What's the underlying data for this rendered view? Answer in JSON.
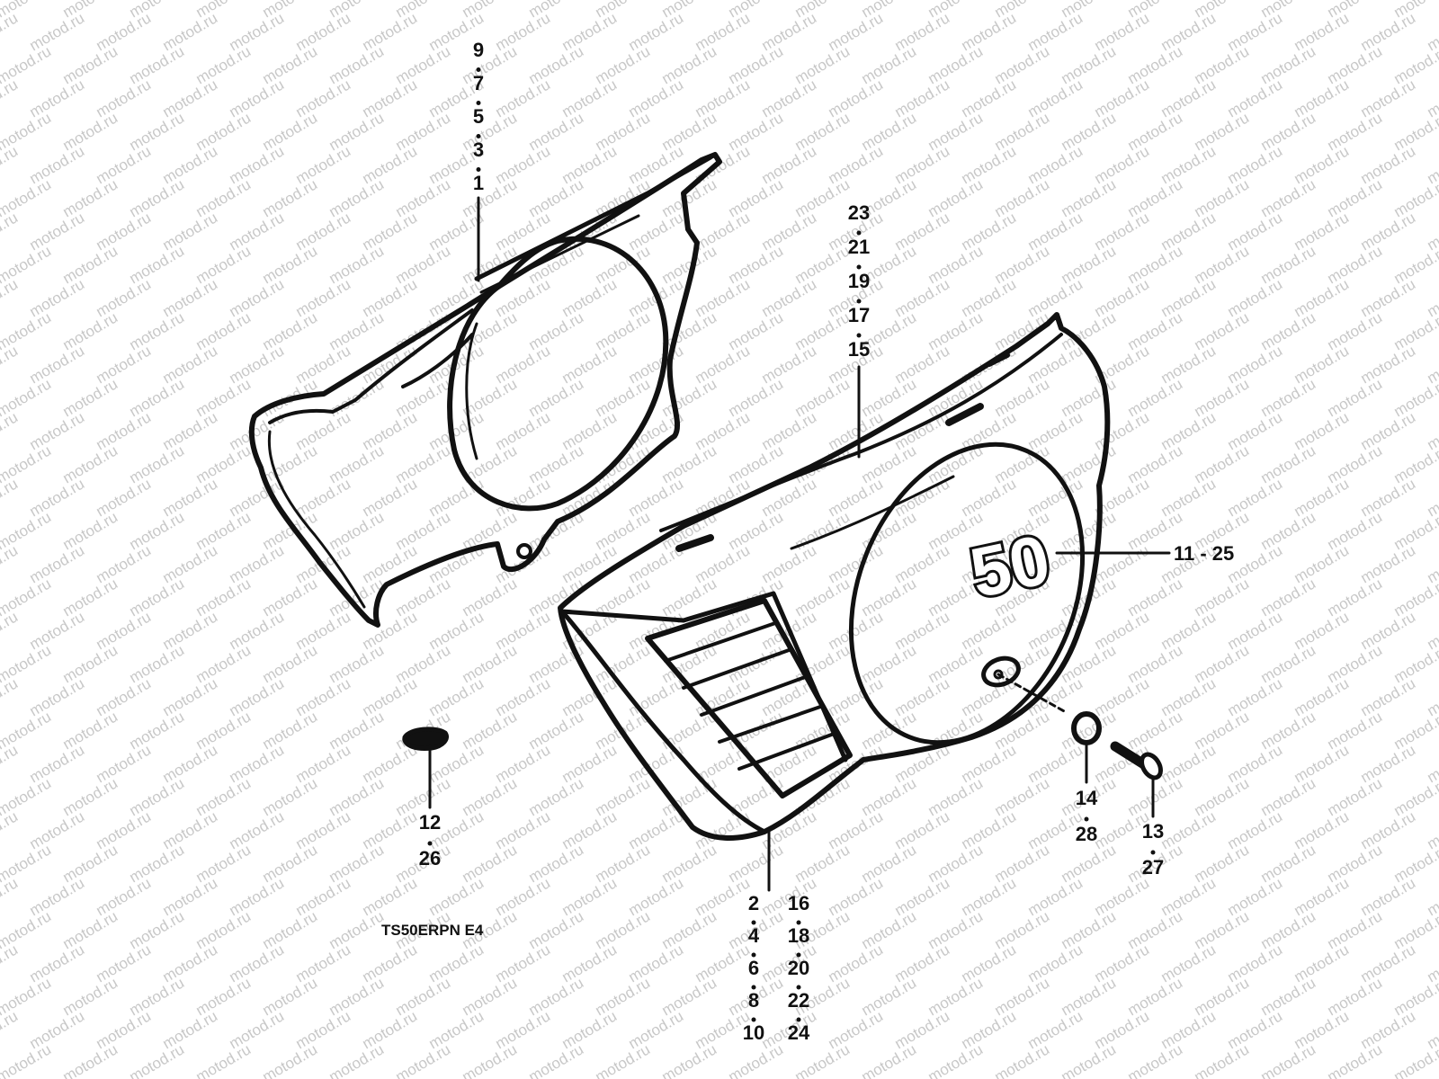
{
  "watermark": "motod.ru",
  "diagram_code": "TS50ERPN E4",
  "callouts": {
    "top_left": [
      "9",
      "7",
      "5",
      "3",
      "1"
    ],
    "top_right": [
      "23",
      "21",
      "19",
      "17",
      "15"
    ],
    "emblem": "11 - 25",
    "bottom_col_a": [
      "2",
      "4",
      "6",
      "8",
      "10"
    ],
    "bottom_col_b": [
      "16",
      "18",
      "20",
      "22",
      "24"
    ],
    "grommet": [
      "12",
      "26"
    ],
    "washer": [
      "14",
      "28"
    ],
    "screw": [
      "13",
      "27"
    ]
  },
  "emblem_text": "50",
  "colors": {
    "ink": "#111111",
    "watermark": "#c8c8c8",
    "paper": "#ffffff"
  }
}
